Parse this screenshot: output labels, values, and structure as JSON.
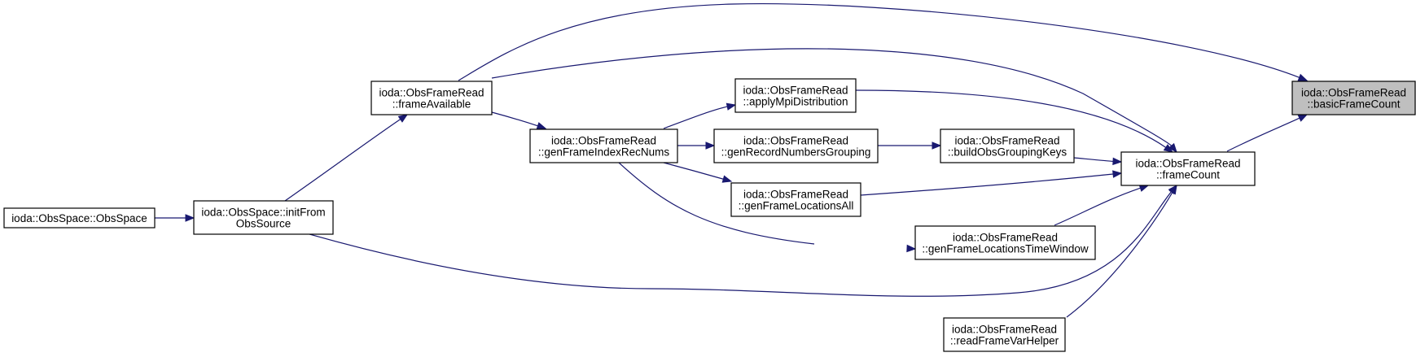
{
  "diagram": {
    "edge_color": "#191970",
    "highlight_fill": "#bfbfbf",
    "nodes": {
      "basic": {
        "lines": [
          "ioda::ObsFrameRead",
          "::basicFrameCount"
        ],
        "highlight": true
      },
      "frameCount": {
        "lines": [
          "ioda::ObsFrameRead",
          "::frameCount"
        ]
      },
      "frameAvailable": {
        "lines": [
          "ioda::ObsFrameRead",
          "::frameAvailable"
        ]
      },
      "genFrameIndexRecNums": {
        "lines": [
          "ioda::ObsFrameRead",
          "::genFrameIndexRecNums"
        ]
      },
      "applyMpiDistribution": {
        "lines": [
          "ioda::ObsFrameRead",
          "::applyMpiDistribution"
        ]
      },
      "genRecordNumbersGrouping": {
        "lines": [
          "ioda::ObsFrameRead",
          "::genRecordNumbersGrouping"
        ]
      },
      "buildObsGroupingKeys": {
        "lines": [
          "ioda::ObsFrameRead",
          "::buildObsGroupingKeys"
        ]
      },
      "genFrameLocationsAll": {
        "lines": [
          "ioda::ObsFrameRead",
          "::genFrameLocationsAll"
        ]
      },
      "genFrameLocationsTimeWindow": {
        "lines": [
          "ioda::ObsFrameRead",
          "::genFrameLocationsTimeWindow"
        ]
      },
      "readFrameVarHelper": {
        "lines": [
          "ioda::ObsFrameRead",
          "::readFrameVarHelper"
        ]
      },
      "initFromObsSource": {
        "lines": [
          "ioda::ObsSpace::initFrom",
          "ObsSource"
        ]
      },
      "obsSpace": {
        "lines": [
          "ioda::ObsSpace::ObsSpace"
        ]
      }
    },
    "edges": [
      {
        "from": "frameCount",
        "to": "basic"
      },
      {
        "from": "frameAvailable",
        "to": "basic"
      },
      {
        "from": "frameAvailable",
        "to": "frameCount"
      },
      {
        "from": "frameAvailable",
        "to": "genFrameIndexRecNums"
      },
      {
        "from": "applyMpiDistribution",
        "to": "frameCount"
      },
      {
        "from": "genFrameIndexRecNums",
        "to": "applyMpiDistribution"
      },
      {
        "from": "genFrameIndexRecNums",
        "to": "genRecordNumbersGrouping"
      },
      {
        "from": "genFrameIndexRecNums",
        "to": "genFrameLocationsAll"
      },
      {
        "from": "genFrameIndexRecNums",
        "to": "genFrameLocationsTimeWindow"
      },
      {
        "from": "genRecordNumbersGrouping",
        "to": "buildObsGroupingKeys"
      },
      {
        "from": "buildObsGroupingKeys",
        "to": "frameCount"
      },
      {
        "from": "genFrameLocationsAll",
        "to": "frameCount"
      },
      {
        "from": "genFrameLocationsTimeWindow",
        "to": "frameCount"
      },
      {
        "from": "readFrameVarHelper",
        "to": "frameCount"
      },
      {
        "from": "initFromObsSource",
        "to": "frameAvailable"
      },
      {
        "from": "initFromObsSource",
        "to": "frameCount"
      },
      {
        "from": "obsSpace",
        "to": "initFromObsSource"
      }
    ]
  }
}
